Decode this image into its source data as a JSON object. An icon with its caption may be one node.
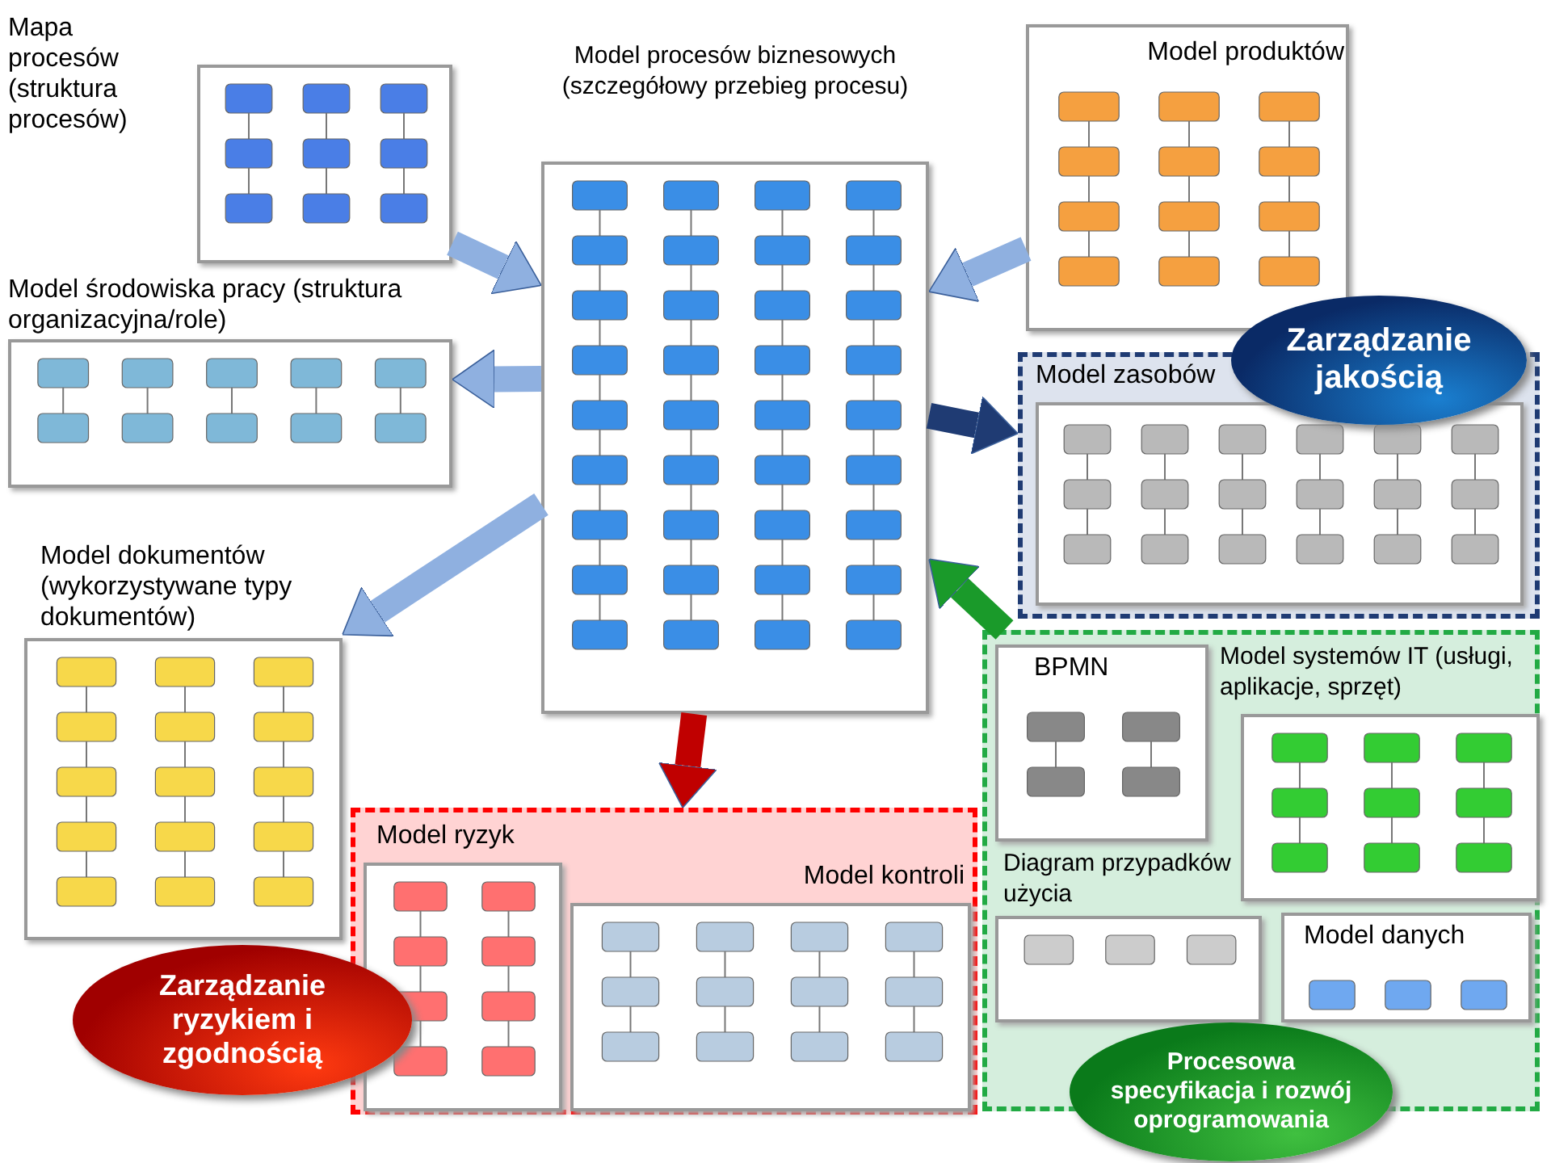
{
  "diagram": {
    "nodes": [
      {
        "text": [
          "Model procesów biznesowych (szczegółowy przebieg procesu)"
        ]
      },
      {
        "text": [
          "Mapa procesów (struktura procesów)"
        ]
      },
      {
        "text": [
          "Model środowiska pracy (struktura organizacyjna/role)"
        ]
      },
      {
        "text": [
          "Model dokumentów (wykorzystywane typy dokumentów)"
        ]
      },
      {
        "text": [
          "Model produktów"
        ]
      },
      {
        "text": [
          "Model zasobów"
        ]
      },
      {
        "text": [
          "Zarządzanie jakością"
        ]
      },
      {
        "text": [],
        "shape": "box"
      },
      {
        "text": [
          "Model ryzyk"
        ],
        "in": 7
      },
      {
        "text": [
          "Model kontroli"
        ],
        "in": 7
      },
      {
        "text": [
          "Zarządzanie ryzykiem i zgodnością"
        ]
      },
      {
        "text": [],
        "shape": "box"
      },
      {
        "text": [
          "BPMN"
        ],
        "in": 11
      },
      {
        "text": [
          "Model systemów IT (usługi, aplikacje, sprzęt)"
        ],
        "in": 11
      },
      {
        "text": [
          "Diagram przypadków użycia"
        ],
        "in": 11
      },
      {
        "text": [
          "Model danych"
        ],
        "in": 11
      },
      {
        "text": [
          "Procesowa specyfikacja i rozwój oprogramowania"
        ]
      }
    ],
    "edges": [
      {
        "from": 1,
        "to": 0,
        "arrow": "to"
      },
      {
        "from": 0,
        "to": 2,
        "arrow": "to"
      },
      {
        "from": 0,
        "to": 3,
        "arrow": "to"
      },
      {
        "from": 4,
        "to": 0,
        "arrow": "to"
      },
      {
        "from": 0,
        "to": 5,
        "arrow": "to",
        "color": "#1f3b73"
      },
      {
        "from": 11,
        "to": 0,
        "arrow": "to",
        "color": "#1a9a2a"
      },
      {
        "from": 0,
        "to": 7,
        "arrow": "to",
        "color": "#c00000"
      }
    ]
  }
}
